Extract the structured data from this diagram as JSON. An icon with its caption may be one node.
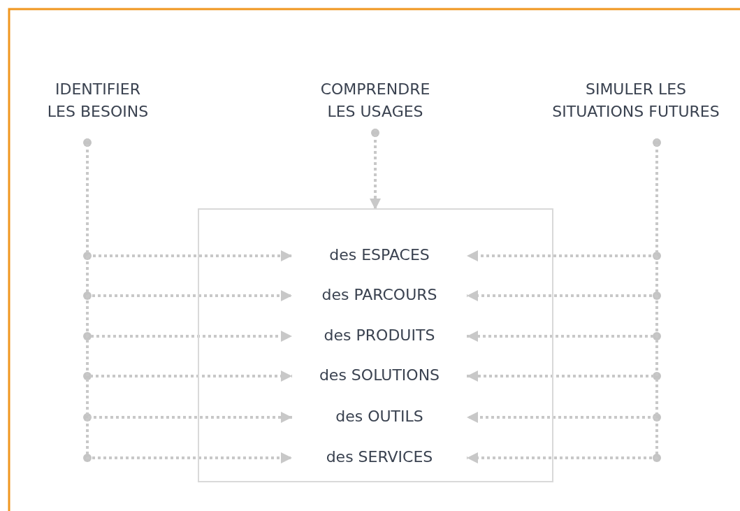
{
  "diagram": {
    "nodes": [
      {
        "text": [
          "IDENTIFIER LES BESOINS"
        ]
      },
      {
        "text": [
          "COMPRENDRE LES USAGES"
        ]
      },
      {
        "text": [
          "SIMULER LES SITUATIONS FUTURES"
        ]
      },
      {
        "text": [],
        "shape": "box"
      },
      {
        "text": [
          "des ESPACES"
        ],
        "in": 3
      },
      {
        "text": [
          "des PARCOURS"
        ],
        "in": 3
      },
      {
        "text": [
          "des PRODUITS"
        ],
        "in": 3
      },
      {
        "text": [
          "des SOLUTIONS"
        ],
        "in": 3
      },
      {
        "text": [
          "des OUTILS"
        ],
        "in": 3
      },
      {
        "text": [
          "des SERVICES"
        ],
        "in": 3
      }
    ],
    "edges": [
      {
        "from": 1,
        "to": 3,
        "arrow": "to"
      },
      {
        "from": 0,
        "to": 4,
        "arrow": "to"
      },
      {
        "from": 0,
        "to": 5,
        "arrow": "to"
      },
      {
        "from": 0,
        "to": 6,
        "arrow": "to"
      },
      {
        "from": 0,
        "to": 7,
        "arrow": "to"
      },
      {
        "from": 0,
        "to": 8,
        "arrow": "to"
      },
      {
        "from": 0,
        "to": 9,
        "arrow": "to"
      },
      {
        "from": 2,
        "to": 4,
        "arrow": "to"
      },
      {
        "from": 2,
        "to": 5,
        "arrow": "to"
      },
      {
        "from": 2,
        "to": 6,
        "arrow": "to"
      },
      {
        "from": 2,
        "to": 7,
        "arrow": "to"
      },
      {
        "from": 2,
        "to": 8,
        "arrow": "to"
      },
      {
        "from": 2,
        "to": 9,
        "arrow": "to"
      }
    ]
  }
}
